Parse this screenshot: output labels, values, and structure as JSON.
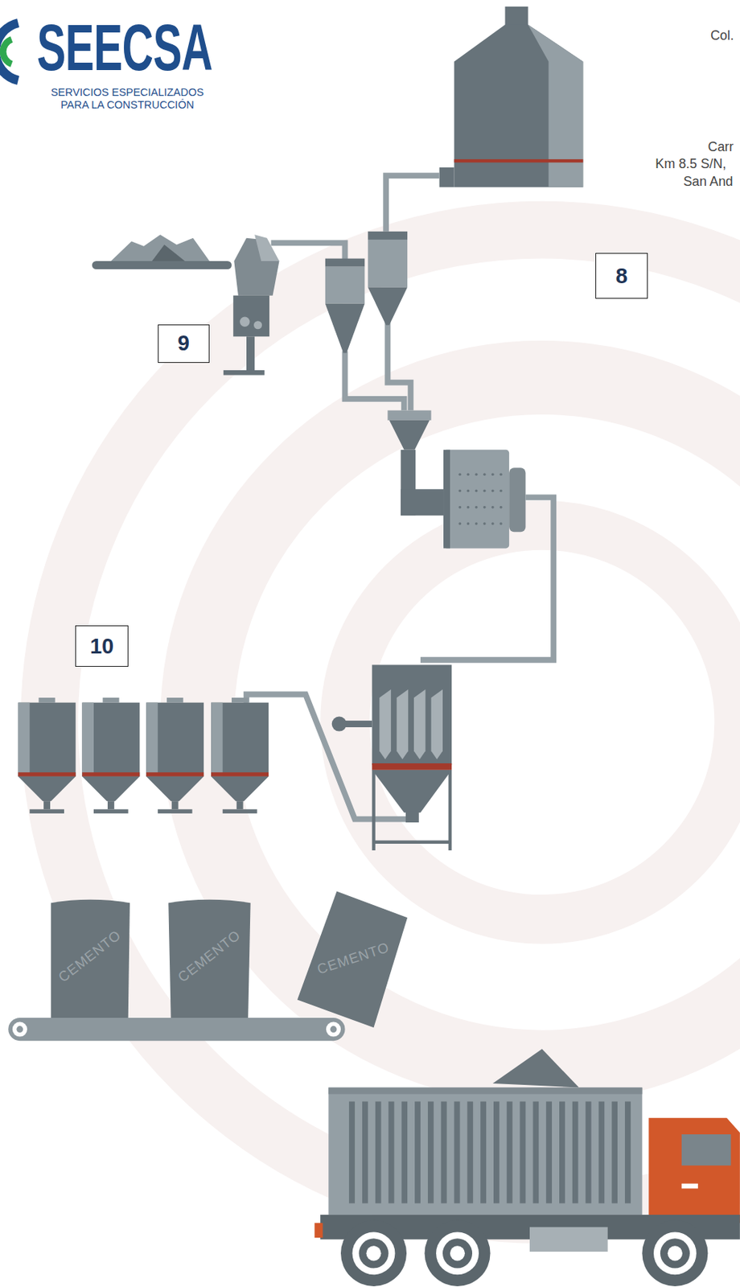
{
  "diagram": {
    "nodes": [
      {
        "text": [
          "8"
        ]
      },
      {
        "text": [
          "9"
        ]
      },
      {
        "text": [
          "10"
        ]
      }
    ],
    "labels": [
      "SEECSA",
      "SERVICIOS ESPECIALIZADOS PARA LA CONSTRUCCIÓN",
      "Col.",
      "Carr",
      "Km 8.5 S/N,",
      "San And",
      "CEMENTO",
      "CEMENTO",
      "CEMENTO"
    ]
  }
}
